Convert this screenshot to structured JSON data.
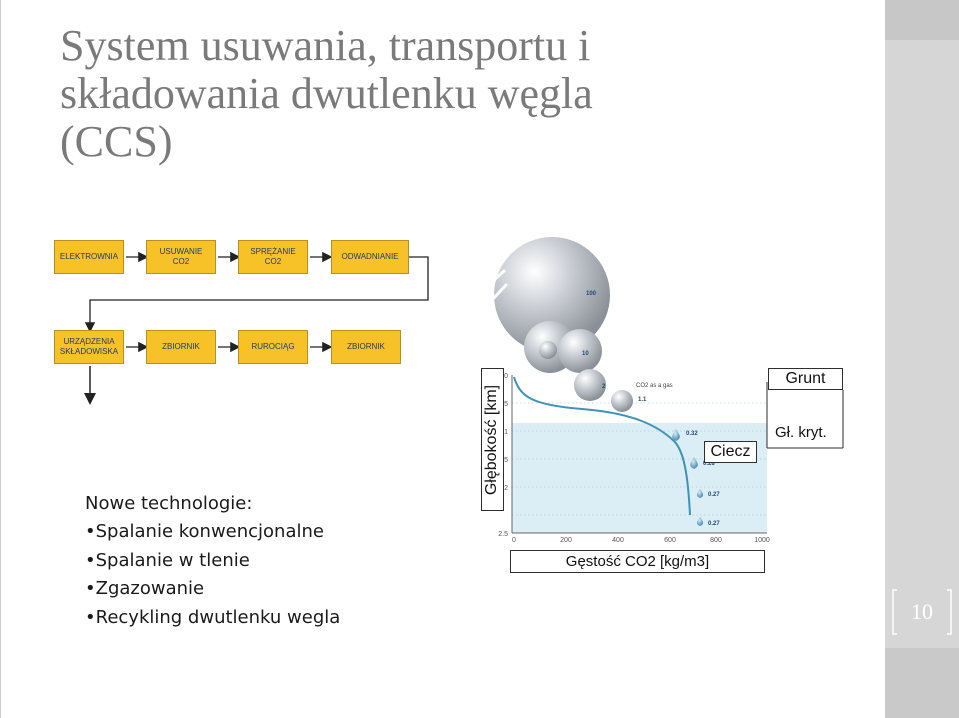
{
  "title": {
    "line1": "System usuwania, transportu i",
    "line2": "składowania dwutlenku węgla",
    "line3": "(CCS)"
  },
  "flow": {
    "row1": [
      "ELEKTROWNIA",
      "USUWANIE\nCO2",
      "SPRĘŻANIE\nCO2",
      "ODWADNIANIE"
    ],
    "row2": [
      "URZĄDZENIA\nSKŁADOWISKA",
      "ZBIORNIK",
      "RUROCIĄG",
      "ZBIORNIK"
    ],
    "box_color": "#f7c228",
    "text_color": "#1f3b73"
  },
  "bullets": {
    "heading": "Nowe technologie:",
    "items": [
      "Spalanie konwencjonalne",
      "Spalanie w tlenie",
      "Zgazowanie",
      "Recykling dwutlenku wegla"
    ]
  },
  "graph": {
    "ylabel": "Głębokość [km]",
    "xlabel": "Gęstość CO2 [kg/m3]",
    "zone_labels": {
      "soil": "Grunt",
      "critical_depth": "Gł. kryt.",
      "liquid": "Ciecz"
    },
    "co2_gas_label": "CO2 as a gas",
    "x_ticks": [
      "0",
      "200",
      "400",
      "600",
      "800",
      "1000"
    ],
    "y_ticks": [
      "0",
      "0.5",
      "1",
      "1.5",
      "2",
      "2.5"
    ],
    "bubble_values": [
      "100",
      "10",
      "2",
      "1.1",
      "0.32",
      "0.28",
      "0.27",
      "0.27"
    ],
    "curve_color": "#3d93b8",
    "liquid_color": "#dbeef6"
  },
  "page_number": "10"
}
